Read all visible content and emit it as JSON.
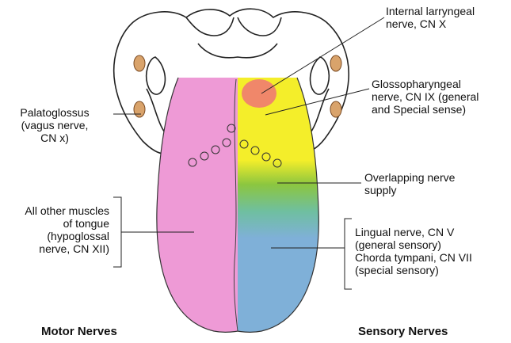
{
  "labels": {
    "internal_laryngeal": [
      "Internal larryngeal",
      "nerve, CN X"
    ],
    "glossopharyngeal": [
      "Glossopharyngeal",
      "nerve, CN IX (general",
      "and Special sense)"
    ],
    "palatoglossus": [
      "Palatoglossus",
      "(vagus nerve,",
      "CN x)"
    ],
    "overlapping": [
      "Overlapping nerve",
      "supply"
    ],
    "other_muscles": [
      "All other muscles",
      "of tongue",
      "(hypoglossal",
      "nerve, CN XII)"
    ],
    "lingual": [
      "Lingual nerve, CN V",
      "(general sensory)",
      "Chorda tympani, CN VII",
      "(special sensory)"
    ]
  },
  "footer": {
    "motor": "Motor Nerves",
    "sensory": "Sensory Nerves"
  },
  "colors": {
    "motor_region": "#ee9ad6",
    "lingual_region": "#7fb0d8",
    "overlap_region": "#8cc63f",
    "glossopharyngeal_region": "#f4ee2a",
    "laryngeal_region": "#f0876a",
    "epiglottis_outline": "#222222"
  }
}
